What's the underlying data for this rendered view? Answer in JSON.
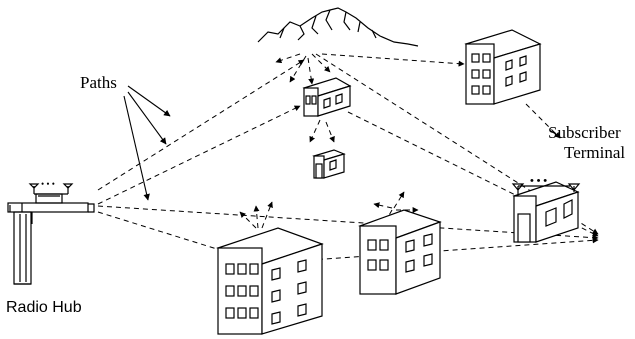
{
  "labels": {
    "paths": "Paths",
    "subscriber": "Subscriber",
    "terminal": "Terminal",
    "radio_hub": "Radio Hub",
    "antenna_dots": "• • •"
  },
  "colors": {
    "stroke": "#000000",
    "background": "#ffffff"
  },
  "icons": [
    "mountain-icon",
    "building-icon",
    "antenna-icon",
    "radio-tower-icon"
  ]
}
